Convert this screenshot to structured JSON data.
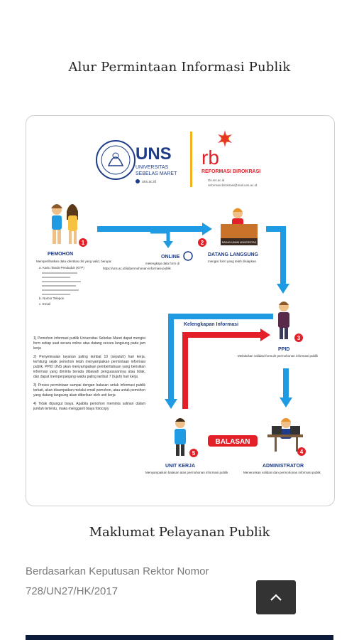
{
  "page_title": "Alur Permintaan Informasi Publik",
  "infographic": {
    "uns_logo_text": "UNS",
    "uns_name_1": "UNIVERSITAS",
    "uns_name_2": "SEBELAS MARET",
    "uns_url": "uns.ac.id",
    "rb_logo_text": "rb",
    "rb_name": "REFORMASI BIROKRASI",
    "rb_url": "rb.uns.ac.id",
    "rb_email": "reformasi.birokrasi@mail.uns.ac.id",
    "step1_label": "PEMOHON",
    "step1_text": "Memperlihatkan data identitas diri yang valid, berupa:",
    "step1_items": [
      "a. Kartu Tanda Penduduk (KTP)",
      "b. Nomor Telepon",
      "c. Email"
    ],
    "online_label": "ONLINE",
    "online_text": "melengkapi data form di",
    "online_url": "https://uns.ac.id/id/permohonan-informasi-publik",
    "step2_label": "DATANG LANGSUNG",
    "step2_text": "mengisi form yang telah disiapkan",
    "step2_building": "BADAN UMUM UNIVERSITAS",
    "kelengkapan_label": "Kelengkapan Informasi",
    "step3_label": "PPID",
    "step3_text": "Melakukan validasi formulir permohonan informasi publik",
    "step4_label": "ADMINISTRATOR",
    "step4_text": "Meneruskan validasi dan permohonan informasi publik",
    "balasan_label": "BALASAN",
    "step5_label": "UNIT KERJA",
    "step5_text": "Menyampaikan balasan atas permohonan informasi publik",
    "notes": [
      "1) Pemohon informasi publik Universitas Sebelas Maret dapat mengisi form setiap saat secara online atau datang secara langsung pada jam kerja",
      "2) Penyelesaian layanan paling lambat 10 (sepuluh) hari kerja, terhitung sejak pemohon telah menyampaikan permintaan informasi publik. PPID UNS akan menyampaikan pemberitahuan yang berisikan informasi yang diminta berada dibawah penguasaannya atau tidak, dan dapat memperpanjang waktu paling lambat 7 (tujuh) hari kerja",
      "3) Proses permintaan sampai dengan balasan untuk informasi publik terkait, akan disampaikan melalui email pemohon, atau untuk pemohon yang datang langsung akan diberikan oleh unit kerja",
      "4) Tidak dipungut biaya. Apabila pemohon meminta salinan dalam jumlah tertentu, maka mengganti biaya fotocopy"
    ]
  },
  "section_title": "Maklumat Pelayanan Publik",
  "body_text": "Berdasarkan Keputusan Rektor Nomor 728/UN27/HK/2017",
  "colors": {
    "blue": "#1e9be3",
    "red": "#e32028",
    "navy": "#1f3c88"
  },
  "scroll_top_icon": "chevron-up-icon"
}
